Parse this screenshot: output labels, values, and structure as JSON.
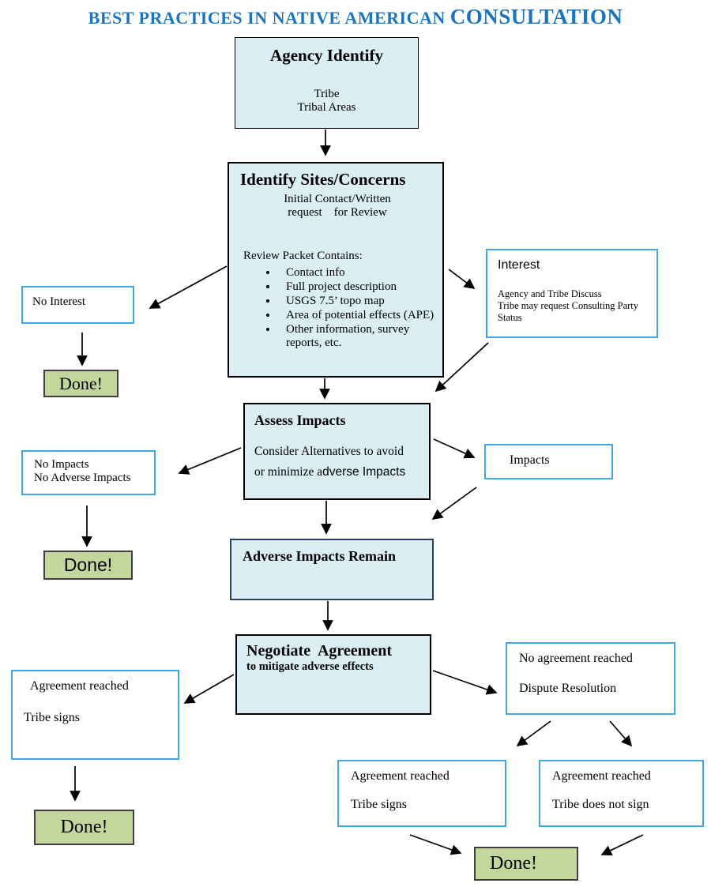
{
  "title": {
    "part1": "BEST PRACTICES IN NATIVE AMERICAN ",
    "part2": "CONSULTATION",
    "color": "#1b74bd"
  },
  "colors": {
    "process_fill": "#daeef3",
    "process_border": "#000000",
    "decision_border": "#41a7e0",
    "done_fill": "#c3d69b",
    "done_border": "#404040",
    "arrow": "#000000"
  },
  "nodes": {
    "agency_identify": {
      "title": "Agency Identify",
      "lines": [
        "Tribe",
        "Tribal Areas"
      ]
    },
    "identify_sites": {
      "title": "Identify Sites/Concerns",
      "subtitle_line1": "Initial Contact/Written",
      "subtitle_line2": "request    for Review",
      "list_intro": "Review Packet Contains:",
      "bullets": [
        "Contact info",
        "Full project description",
        "USGS 7.5’ topo map",
        "Area of potential effects (APE)",
        "Other information, survey reports, etc."
      ]
    },
    "no_interest": {
      "label": "No Interest"
    },
    "interest": {
      "title": "Interest",
      "lines": [
        "Agency and Tribe Discuss",
        "Tribe may request Consulting Party Status"
      ]
    },
    "assess_impacts": {
      "title": "Assess Impacts",
      "body_line1": "Consider Alternatives to avoid",
      "body_line2_serif": "or minimize a",
      "body_line2_sans": "dverse Impacts"
    },
    "no_impacts": {
      "lines": [
        "No Impacts",
        "No Adverse Impacts"
      ]
    },
    "impacts": {
      "label": "Impacts"
    },
    "adverse_impacts": {
      "title": "Adverse Impacts Remain"
    },
    "negotiate": {
      "title": "Negotiate  Agreement",
      "subtitle": "to mitigate adverse effects"
    },
    "agreement_left": {
      "lines": [
        "Agreement reached",
        "Tribe signs"
      ]
    },
    "no_agreement": {
      "lines": [
        "No agreement reached",
        "Dispute Resolution"
      ]
    },
    "agreement_signs": {
      "lines": [
        "Agreement reached",
        "Tribe signs"
      ]
    },
    "agreement_no_sign": {
      "lines": [
        "Agreement reached",
        "Tribe does not sign"
      ]
    },
    "done1": {
      "label": "Done!"
    },
    "done2": {
      "label": "Done!"
    },
    "done3": {
      "label": "Done!"
    },
    "done4": {
      "label": "Done!"
    }
  }
}
